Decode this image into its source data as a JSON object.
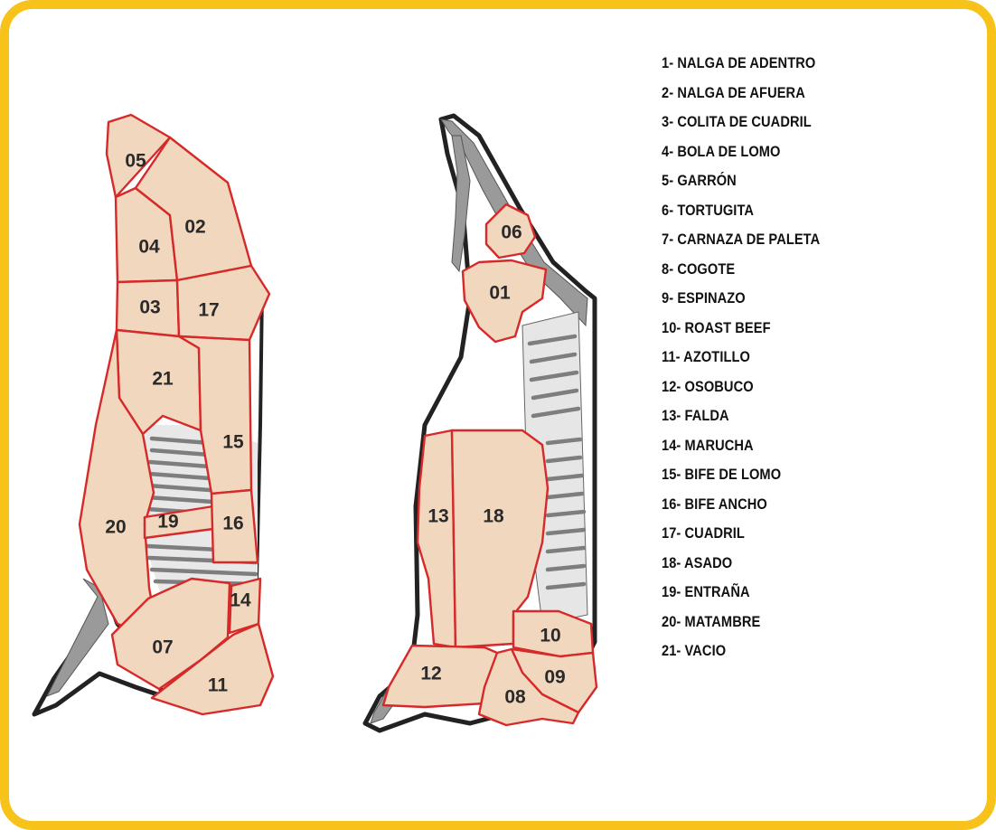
{
  "legend": [
    "1- NALGA DE ADENTRO",
    "2- NALGA DE AFUERA",
    "3- COLITA DE CUADRIL",
    "4- BOLA DE LOMO",
    "5- GARRÓN",
    "6- TORTUGITA",
    "7- CARNAZA DE PALETA",
    "8- COGOTE",
    "9- ESPINAZO",
    "10- ROAST BEEF",
    "11- AZOTILLO",
    "12- OSOBUCO",
    "13- FALDA",
    "14- MARUCHA",
    "15- BIFE DE LOMO",
    "16- BIFE ANCHO",
    "17- CUADRIL",
    "18- ASADO",
    "19- ENTRAÑA",
    "20- MATAMBRE",
    "21- VACIO"
  ],
  "left_side_labels": {
    "c05": "05",
    "c02": "02",
    "c04": "04",
    "c03": "03",
    "c17": "17",
    "c21": "21",
    "c15": "15",
    "c20": "20",
    "c19": "19",
    "c16": "16",
    "c14": "14",
    "c07": "07",
    "c11": "11"
  },
  "right_side_labels": {
    "c06": "06",
    "c01": "01",
    "c13": "13",
    "c18": "18",
    "c10": "10",
    "c12": "12",
    "c09": "09",
    "c08": "08"
  },
  "colors": {
    "frame": "#f7c21a",
    "cut_fill": "#f0d7bd",
    "cut_stroke": "#d62a2a",
    "outline": "#222222",
    "bone": "#9a9a9a"
  }
}
